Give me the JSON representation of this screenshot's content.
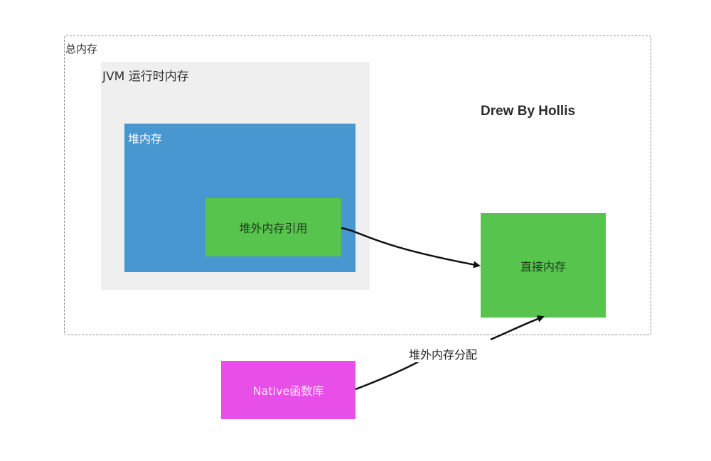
{
  "diagram": {
    "total_memory_label": "总内存",
    "jvm_runtime_label": "JVM 运行时内存",
    "heap_label": "堆内存",
    "offheap_ref_label": "堆外内存引用",
    "direct_memory_label": "直接内存",
    "native_lib_label": "Native函数库",
    "alloc_edge_label": "堆外内存分配",
    "credit": "Drew By Hollis"
  },
  "colors": {
    "jvm_bg": "#efeff0",
    "heap_blue": "#4897d0",
    "green": "#56c44d",
    "magenta": "#e84ee8",
    "arrow": "#111111"
  },
  "edges": [
    {
      "from": "堆外内存引用",
      "to": "直接内存",
      "label": ""
    },
    {
      "from": "Native函数库",
      "to": "直接内存",
      "label": "堆外内存分配"
    }
  ]
}
